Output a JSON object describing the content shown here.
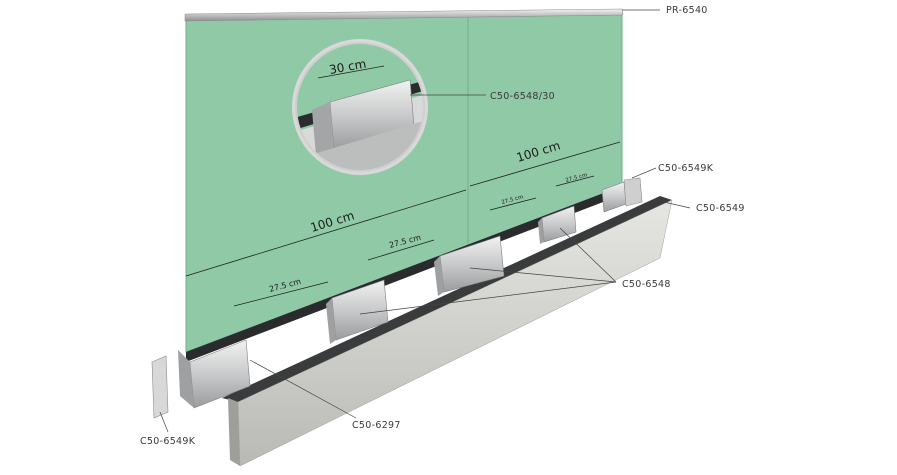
{
  "callouts": {
    "top_rail": "PR-6540",
    "clamp_detail": "C50-6548/30",
    "end_cap_right": "C50-6549K",
    "base_profile": "C50-6549",
    "clamps": "C50-6548",
    "glass_gasket": "C50-6297",
    "end_cap_left": "C50-6549K"
  },
  "dimensions": {
    "detail_width": "30 cm",
    "panel_left": "100 cm",
    "panel_right": "100 cm",
    "spacing_1": "27.5 cm",
    "spacing_2": "27.5 cm",
    "spacing_3": "27.5 cm",
    "spacing_4": "27.5 cm"
  },
  "colors": {
    "glass": "#8fc9a6",
    "glass_edge": "#6fae8a",
    "aluminium": "#d4d5d6",
    "dark_channel": "#2a2b2c"
  }
}
